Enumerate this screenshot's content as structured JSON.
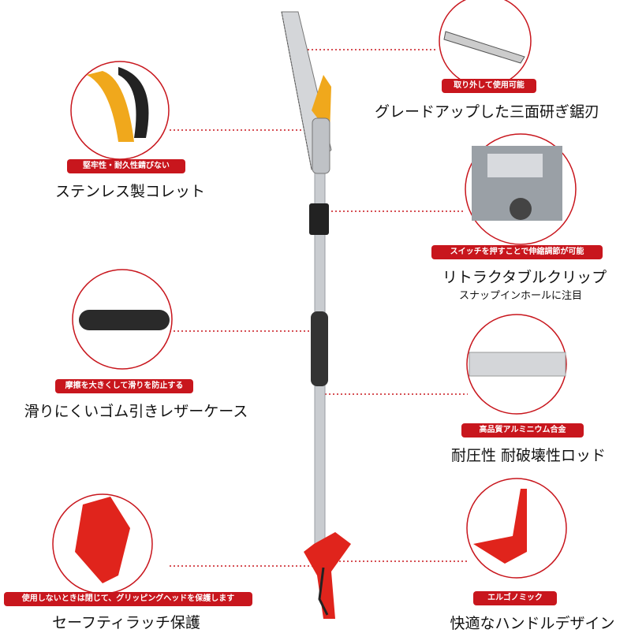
{
  "features": [
    {
      "badge": "堅牢性・耐久性錆びない",
      "title": "ステンレス製コレット"
    },
    {
      "badge": "取り外して使用可能",
      "title": "グレードアップした三面研ぎ鋸刃"
    },
    {
      "badge": "スイッチを押すことで伸縮調節が可能",
      "title": "リトラクタブルクリップ",
      "subtitle": "スナップインホールに注目"
    },
    {
      "badge": "摩擦を大きくして滑りを防止する",
      "title": "滑りにくいゴム引きレザーケース"
    },
    {
      "badge": "高品質アルミニウム合金",
      "title": "耐圧性 耐破壊性ロッド"
    },
    {
      "badge": "使用しないときは閉じて、グリッピングヘッドを保護します",
      "title": "セーフティラッチ保護"
    },
    {
      "badge": "エルゴノミック",
      "title": "快適なハンドルデザイン"
    }
  ],
  "colors": {
    "accent": "#c8161d",
    "pole": "#c9ccd0",
    "handle": "#e0241c"
  }
}
